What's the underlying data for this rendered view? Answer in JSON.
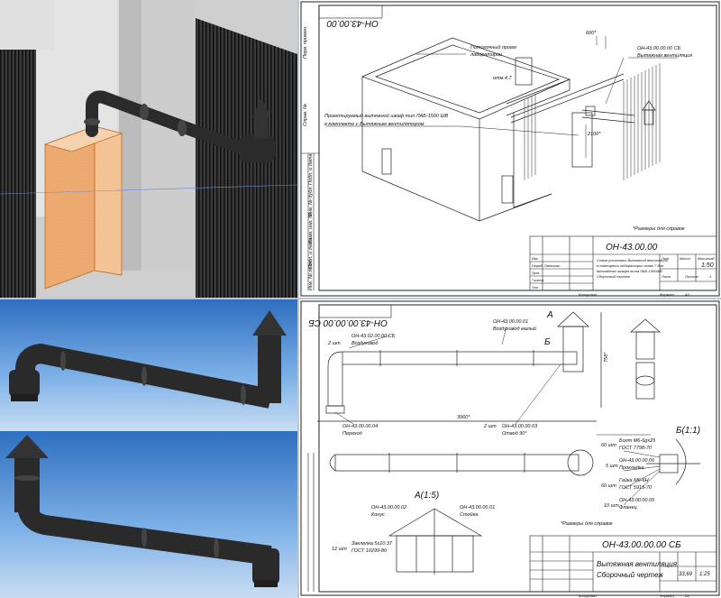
{
  "sheet1": {
    "stamp_top": "ОН-43.00.00",
    "ref_label": "Потолочный проем",
    "ref_label_b": "лаборатории",
    "ref_value": "отм.4,7",
    "dim_600": "600*",
    "dim_2100": "2100*",
    "ref_assembly": "ОН-43.00.00.00 СБ",
    "ref_assembly_name": "Вытяжная вентиляция",
    "ref_cabinet_1": "Проектируемый вытяжной шкаф тип ЛАБ-1500 ШВ",
    "ref_cabinet_2": "в комплекте с Вытяжным вентилятором",
    "note": "*Размеры для справок",
    "title_code": "ОН-43.00.00",
    "title_desc_1": "Схема установки Вытяжной вентиляции",
    "title_desc_2": "в помещении лаборатории этаж 7 для",
    "title_desc_3": "вытяжного шкафа типа ЛАБ-1500ШВ",
    "title_desc_4": "Сборочный чертеж",
    "scale": "1:50",
    "sheet_label": "Лист",
    "sheets_label": "Листов",
    "sheets_value": "1",
    "col_lit": "Лит.",
    "col_mass": "Масса",
    "col_scale": "Масштаб",
    "copied": "Копировал",
    "format": "Формат",
    "format_value": "А3",
    "row_izm": "Изм.",
    "row_list": "Лист",
    "row_doc": "№ докум.",
    "row_sign": "Подп.",
    "row_date": "Дата",
    "row_razrab": "Разраб.",
    "row_prov": "Пров.",
    "row_tkontr": "Т.контр.",
    "row_nkontr": "Н.контр.",
    "row_utv": "Утв.",
    "author": "Пакалинко",
    "side_1": "Перв. примен.",
    "side_2": "Справ. №",
    "side_3": "Подп. и дата",
    "side_4": "Инв. № дубл.",
    "side_5": "Взам. инв. №",
    "side_6": "Подп. и дата",
    "side_7": "Инв. № подл."
  },
  "sheet2": {
    "stamp_top": "ОН-43.00.00.00 СБ",
    "pos_1": "ОН-43.02.00.00 СБ",
    "pos_1b": "Воздуховод",
    "pos_1q": "2 шт",
    "pos_2": "ОН-43.00.00.01",
    "pos_2b": "Воздуховод малый",
    "pos_3": "ОН-43.00.00.04",
    "pos_3b": "Переход",
    "pos_4": "ОН-43.00.00.03",
    "pos_4b": "Отвод 90°",
    "pos_4q": "2 шт",
    "label_a": "А",
    "label_b": "Б",
    "dim_length": "3960*",
    "dim_height": "758*",
    "view_a": "А(1:5)",
    "view_b": "Б(1:1)",
    "pos_5": "ОН-43.00.00.02",
    "pos_5b": "Конус",
    "pos_6": "ОН-43.00.00.01",
    "pos_6b": "Стойка",
    "rivet": "Заклепка 5х10.37",
    "rivet_std": "ГОСТ 10299-80",
    "rivet_q": "12 шт",
    "bolt": "Болт М6-6gx25",
    "bolt_std": "ГОСТ 7798-70",
    "bolt_q": "60 шт",
    "gasket": "ОН-43.00.00.06",
    "gasket_b": "Прокладка",
    "gasket_q": "5 шт",
    "nut": "Гайка М6-6Н",
    "nut_std": "ГОСТ 5915-70",
    "nut_q": "60 шт",
    "flange": "ОН-43.00.00.05",
    "flange_b": "Фланец",
    "flange_q": "10 шт",
    "note": "*Размеры для справок",
    "title_code": "ОН-43.00.00.00 СБ",
    "title_name_1": "Вытяжная вентиляция",
    "title_name_2": "Сборочный чертеж",
    "mass": "33,69",
    "scale": "1:25",
    "copied": "Копировал",
    "format": "Формат",
    "format_value": "А3"
  }
}
